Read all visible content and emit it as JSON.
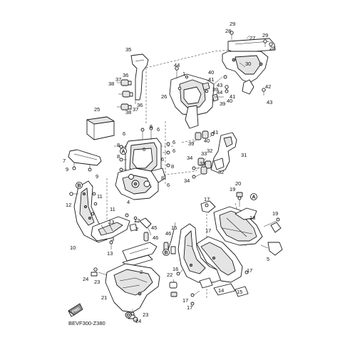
{
  "diagram": {
    "code": "BEVF300-Z380",
    "fwd_label": "FWD",
    "refs": [
      "A",
      "B"
    ],
    "callouts": {
      "n1": "1",
      "n2": "2",
      "n3": "3",
      "n4": "4",
      "n5": "5",
      "n6": "6",
      "n7": "7",
      "n8": "8",
      "n9": "9",
      "n10": "10",
      "n11": "11",
      "n12": "12",
      "n13": "13",
      "n14": "14",
      "n15": "15",
      "n16": "16",
      "n17": "17",
      "n18": "18",
      "n19": "19",
      "n20": "20",
      "n21": "21",
      "n22": "22",
      "n23": "23",
      "n24": "24",
      "n25": "25",
      "n26": "26",
      "n27": "27",
      "n28": "28",
      "n29": "29",
      "n30": "30",
      "n31": "31",
      "n32": "32",
      "n33": "33",
      "n34": "34",
      "n35": "35",
      "n36": "36",
      "n37": "37",
      "n38": "38",
      "n39": "39",
      "n40": "40",
      "n41": "41",
      "n42": "42",
      "n43": "43",
      "n44": "44",
      "n45": "45",
      "n46": "46"
    }
  }
}
